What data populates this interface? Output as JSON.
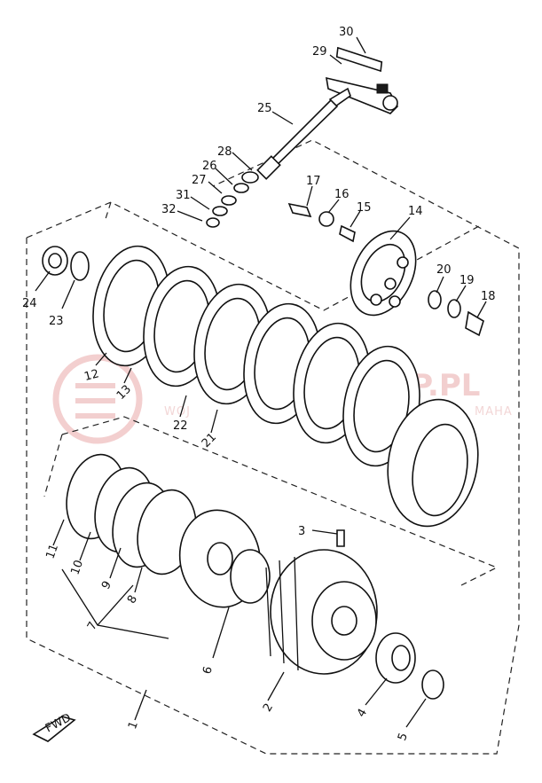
{
  "callouts": [
    {
      "id": "1",
      "label": "1"
    },
    {
      "id": "2",
      "label": "2"
    },
    {
      "id": "3",
      "label": "3"
    },
    {
      "id": "4",
      "label": "4"
    },
    {
      "id": "5",
      "label": "5"
    },
    {
      "id": "6",
      "label": "6"
    },
    {
      "id": "7",
      "label": "7"
    },
    {
      "id": "8",
      "label": "8"
    },
    {
      "id": "9",
      "label": "9"
    },
    {
      "id": "10",
      "label": "10"
    },
    {
      "id": "11",
      "label": "11"
    },
    {
      "id": "12",
      "label": "12"
    },
    {
      "id": "13",
      "label": "13"
    },
    {
      "id": "14",
      "label": "14"
    },
    {
      "id": "15",
      "label": "15"
    },
    {
      "id": "16",
      "label": "16"
    },
    {
      "id": "17",
      "label": "17"
    },
    {
      "id": "18",
      "label": "18"
    },
    {
      "id": "19",
      "label": "19"
    },
    {
      "id": "20",
      "label": "20"
    },
    {
      "id": "21",
      "label": "21"
    },
    {
      "id": "22",
      "label": "22"
    },
    {
      "id": "23",
      "label": "23"
    },
    {
      "id": "24",
      "label": "24"
    },
    {
      "id": "25",
      "label": "25"
    },
    {
      "id": "26",
      "label": "26"
    },
    {
      "id": "27",
      "label": "27"
    },
    {
      "id": "28",
      "label": "28"
    },
    {
      "id": "29",
      "label": "29"
    },
    {
      "id": "30",
      "label": "30"
    },
    {
      "id": "31",
      "label": "31"
    },
    {
      "id": "32",
      "label": "32"
    }
  ],
  "fwd_label": "FWD",
  "watermark": {
    "main": "EP.PL",
    "sub": "WOJ",
    "sub_right": "MAHA"
  },
  "colors": {
    "line": "#111111",
    "background": "#ffffff",
    "watermark": "#e9a8a8"
  }
}
